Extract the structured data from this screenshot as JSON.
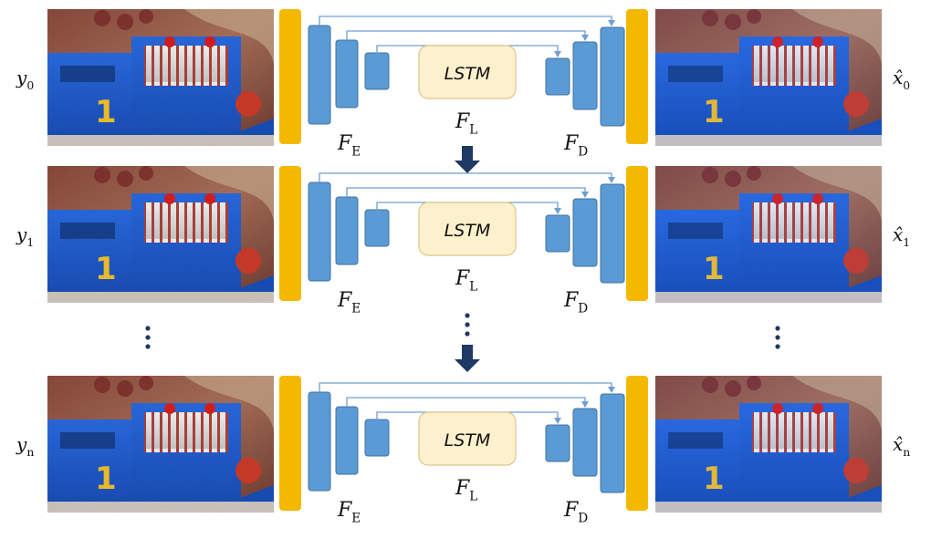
{
  "lstm_label": "LSTM",
  "encoder_label": {
    "main": "F",
    "sub": "E"
  },
  "lstm_module_label": {
    "main": "F",
    "sub": "L"
  },
  "decoder_label": {
    "main": "F",
    "sub": "D"
  },
  "rows": [
    {
      "input_label": {
        "base": "y",
        "sub": "0"
      },
      "output_label": {
        "base": "x̂",
        "sub": "0"
      }
    },
    {
      "input_label": {
        "base": "y",
        "sub": "1"
      },
      "output_label": {
        "base": "x̂",
        "sub": "1"
      }
    },
    {
      "input_label": {
        "base": "y",
        "sub": "n"
      },
      "output_label": {
        "base": "x̂",
        "sub": "n"
      }
    }
  ],
  "colors": {
    "feature_bar": "#f5b800",
    "block_fill": "#5b9bd5",
    "block_stroke": "#41719c",
    "lstm_fill": "#fdf0cc",
    "lstm_stroke": "#dcc68e",
    "flow_arrow": "#1f3864",
    "skip_line": "#6f9fd2"
  }
}
